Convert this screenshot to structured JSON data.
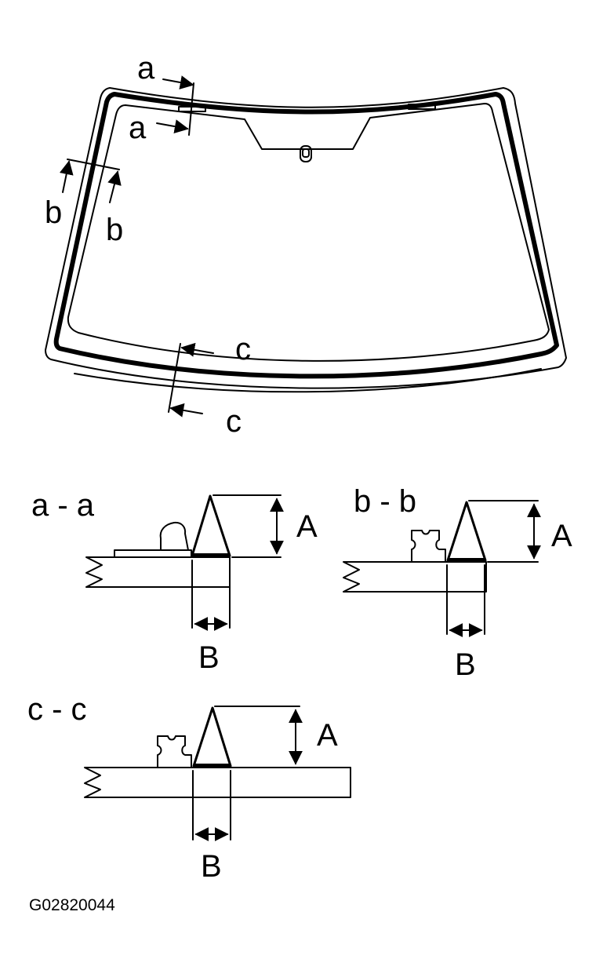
{
  "figure": {
    "section_markers": {
      "a_top": "a",
      "a_bottom": "a",
      "b_left": "b",
      "b_right": "b",
      "c_top": "c",
      "c_bottom": "c"
    },
    "sections": [
      {
        "title": "a - a",
        "height_label": "A",
        "width_label": "B"
      },
      {
        "title": "b - b",
        "height_label": "A",
        "width_label": "B"
      },
      {
        "title": "c - c",
        "height_label": "A",
        "width_label": "B"
      }
    ],
    "figure_code": "G02820044"
  },
  "colors": {
    "line": "#000000",
    "background": "#ffffff"
  }
}
